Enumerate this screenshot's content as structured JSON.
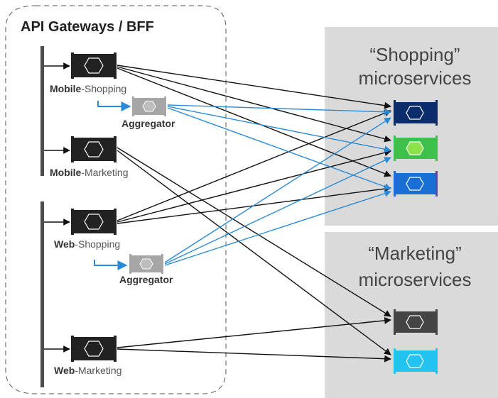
{
  "gateway_group": {
    "title": "API Gateways / BFF"
  },
  "gateways": {
    "mobile_shopping": {
      "bold": "Mobile",
      "rest": "-Shopping"
    },
    "mobile_marketing": {
      "bold": "Mobile",
      "rest": "-Marketing"
    },
    "web_shopping": {
      "bold": "Web",
      "rest": "-Shopping"
    },
    "web_marketing": {
      "bold": "Web",
      "rest": "-Marketing"
    }
  },
  "aggregators": {
    "mobile": {
      "label": "Aggregator"
    },
    "web": {
      "label": "Aggregator"
    }
  },
  "shopping_services": {
    "title_line1": "“Shopping”",
    "title_line2": "microservices"
  },
  "marketing_services": {
    "title_line1": "“Marketing”",
    "title_line2": "microservices"
  },
  "colors": {
    "gateway": "#222222",
    "aggregator": "#a6a6a6",
    "blue_line": "#2a8ad6",
    "black_line": "#111111",
    "svc_navy": "#0b2d6b",
    "svc_green": "#3cc24a",
    "svc_blue": "#1a6fd4",
    "mkt_dark": "#444444",
    "mkt_cyan": "#22c3ee",
    "panel": "#dadada"
  }
}
